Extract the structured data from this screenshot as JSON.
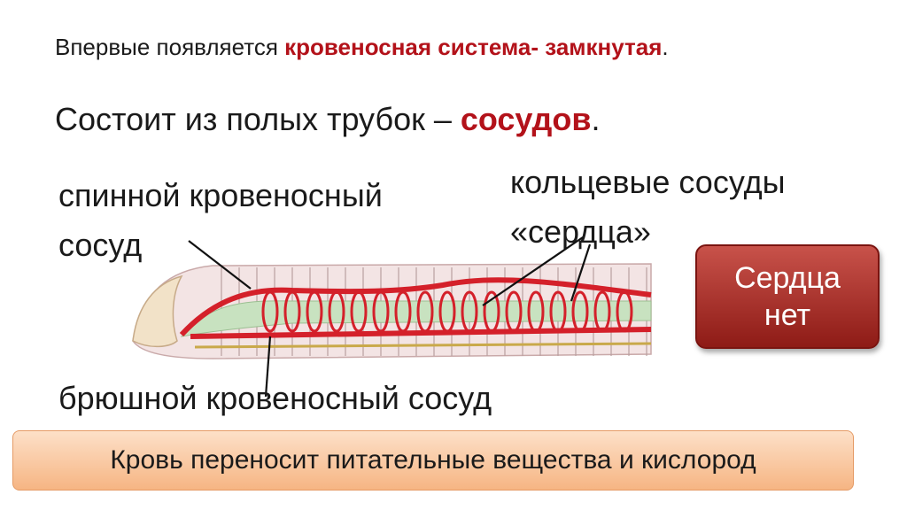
{
  "heading": {
    "prefix": "Впервые появляется ",
    "highlight": "кровеносная система- замкнутая",
    "suffix": "."
  },
  "subheading": {
    "prefix": "Состоит из полых трубок – ",
    "highlight": "сосудов",
    "suffix": "."
  },
  "labels": {
    "dorsal_vessel": "спинной кровеносный\nсосуд",
    "ring_vessels": "кольцевые сосуды\n«сердца»",
    "ventral_vessel": "брюшной кровеносный сосуд"
  },
  "no_heart_box": "Сердца\nнет",
  "footer": "Кровь переносит питательные вещества и кислород",
  "colors": {
    "accent_red": "#b3121a",
    "vessel_red": "#d4202a",
    "box_red": "#a3302a",
    "footer_orange": "#f9c9a2"
  }
}
